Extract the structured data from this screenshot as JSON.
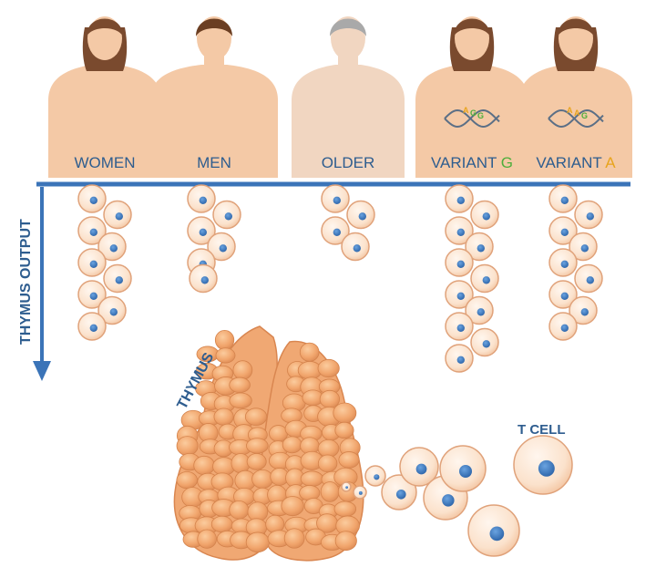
{
  "groups": [
    {
      "id": "women",
      "label": "WOMEN",
      "letter": "",
      "letter_color": "",
      "cells": 9,
      "skin": "#f4c9a6",
      "hair": "#7a4a2e"
    },
    {
      "id": "men",
      "label": "MEN",
      "letter": "",
      "letter_color": "",
      "cells": 6,
      "skin": "#f4c9a6",
      "hair": "#6b3e22"
    },
    {
      "id": "older",
      "label": "OLDER",
      "letter": "",
      "letter_color": "",
      "cells": 4,
      "skin": "#f1d6c1",
      "hair": "#a9a9a9"
    },
    {
      "id": "variant-g",
      "label": "VARIANT ",
      "letter": "G",
      "letter_color": "#4fae3c",
      "cells": 11,
      "skin": "#f4c9a6",
      "hair": "#7a4a2e",
      "dna": [
        "A",
        "G",
        "G"
      ]
    },
    {
      "id": "variant-a",
      "label": "VARIANT ",
      "letter": "A",
      "letter_color": "#e8a41c",
      "cells": 9,
      "skin": "#f4c9a6",
      "hair": "#7a4a2e",
      "dna": [
        "A",
        "A",
        "G"
      ]
    }
  ],
  "axis_label": "THYMUS OUTPUT",
  "thymus_label": "THYMUS",
  "tcell_label": "T CELL",
  "colors": {
    "blue": "#3b74b8",
    "nucleus": "#3a78c4",
    "cell_fill": "#fbe6d4",
    "cell_stroke": "#e0a27a",
    "thymus": "#f0a873",
    "thymus_dark": "#d98650",
    "dna_a": "#e8a41c",
    "dna_g": "#4fae3c"
  }
}
